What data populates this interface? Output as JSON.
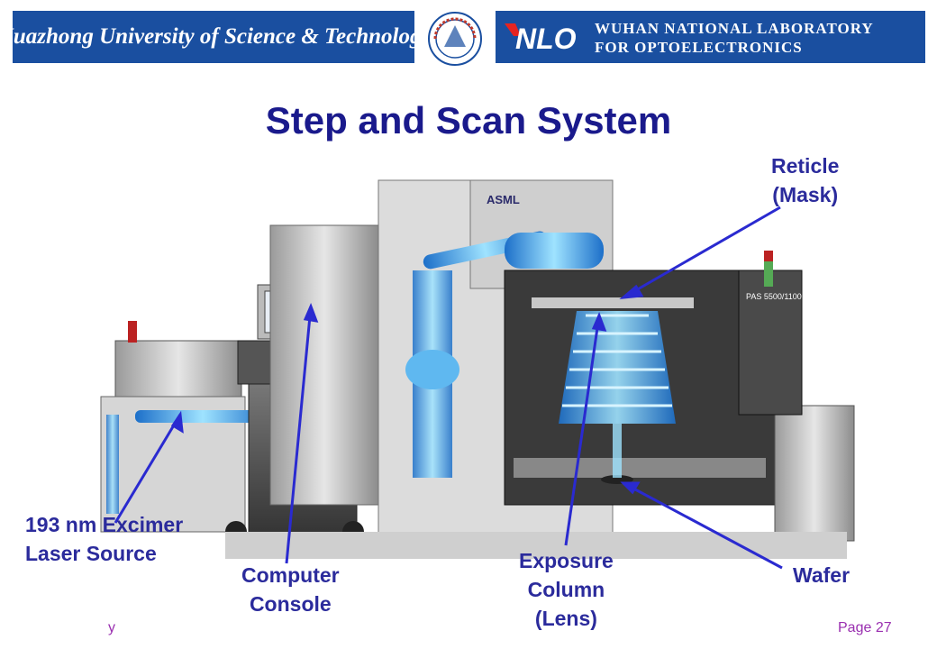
{
  "header": {
    "university": "Huazhong University of Science & Technology",
    "lab_line1": "WUHAN NATIONAL LABORATORY",
    "lab_line2": "FOR OPTOELECTRONICS",
    "lab_logo_text": "NLO",
    "seal_icon": "university-seal-icon"
  },
  "slide": {
    "title": "Step and Scan System"
  },
  "machine": {
    "brand": "ASML",
    "model": "PAS 5500/1100"
  },
  "labels": {
    "reticle_line1": "Reticle",
    "reticle_line2": "(Mask)",
    "laser_line1": "193 nm Excimer",
    "laser_line2": "Laser Source",
    "console_line1": "Computer",
    "console_line2": "Console",
    "column_line1": "Exposure",
    "column_line2": "Column",
    "column_line3": "(Lens)",
    "wafer": "Wafer"
  },
  "footer": {
    "left": "y",
    "right": "Page 27"
  },
  "colors": {
    "banner_blue": "#1a4fa0",
    "title_navy": "#1a1a8c",
    "label_blue": "#2b2b9c",
    "pointer_blue": "#2a2ad0",
    "footer_purple": "#9a2fb0"
  }
}
